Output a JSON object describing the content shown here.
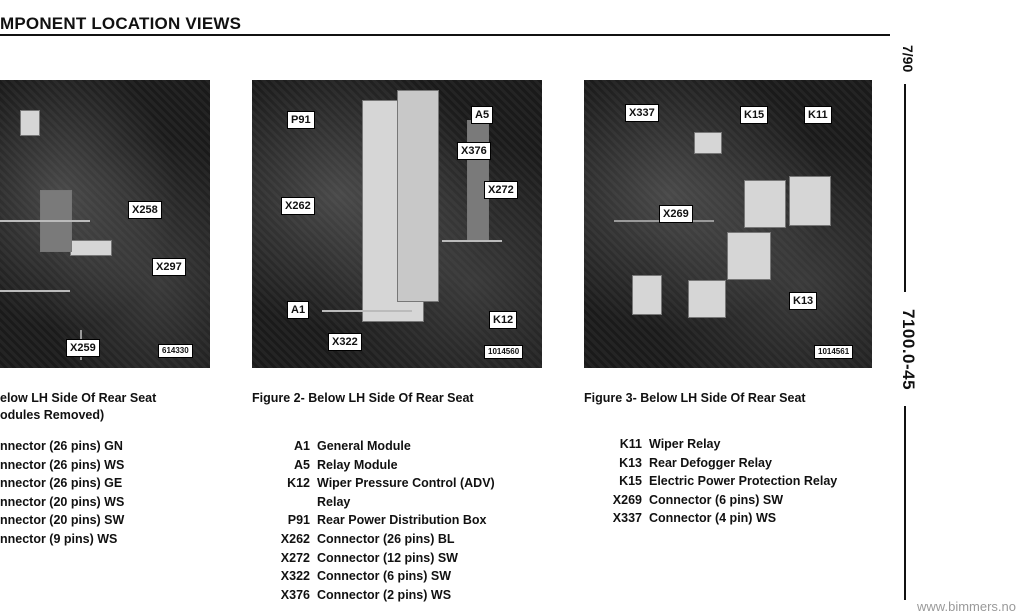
{
  "header": {
    "title": "MPONENT LOCATION VIEWS",
    "side_date": "7/90",
    "side_code": "7100.0-45"
  },
  "figure1": {
    "photo_number": "614330",
    "callouts": [
      "X258",
      "X297",
      "X259"
    ],
    "caption_lines": [
      "elow LH Side Of Rear Seat",
      "odules Removed)"
    ],
    "legend": [
      "nnector (26 pins) GN",
      "nnector (26 pins) WS",
      "nnector (26 pins) GE",
      "nnector (20 pins) WS",
      "nnector (20 pins) SW",
      "nnector (9 pins) WS"
    ]
  },
  "figure2": {
    "photo_number": "1014560",
    "callouts": [
      "P91",
      "A5",
      "X376",
      "X272",
      "X262",
      "A1",
      "K12",
      "X322"
    ],
    "caption": "Figure 2-  Below LH Side Of Rear Seat",
    "legend": [
      {
        "code": "A1",
        "desc": "General Module"
      },
      {
        "code": "A5",
        "desc": "Relay Module"
      },
      {
        "code": "K12",
        "desc": "Wiper Pressure Control (ADV)"
      },
      {
        "code": "",
        "desc": "Relay"
      },
      {
        "code": "P91",
        "desc": "Rear Power Distribution Box"
      },
      {
        "code": "X262",
        "desc": "Connector (26 pins) BL"
      },
      {
        "code": "X272",
        "desc": "Connector (12 pins) SW"
      },
      {
        "code": "X322",
        "desc": "Connector (6 pins) SW"
      },
      {
        "code": "X376",
        "desc": "Connector (2 pins) WS"
      }
    ]
  },
  "figure3": {
    "photo_number": "1014561",
    "callouts": [
      "X337",
      "K15",
      "K11",
      "X269",
      "K13"
    ],
    "caption": "Figure 3-  Below LH Side Of Rear Seat",
    "legend": [
      {
        "code": "K11",
        "desc": "Wiper Relay"
      },
      {
        "code": "K13",
        "desc": "Rear Defogger Relay"
      },
      {
        "code": "K15",
        "desc": "Electric Power Protection Relay"
      },
      {
        "code": "X269",
        "desc": "Connector (6 pins) SW"
      },
      {
        "code": "X337",
        "desc": "Connector (4 pin) WS"
      }
    ]
  },
  "watermark": "www.bimmers.no"
}
